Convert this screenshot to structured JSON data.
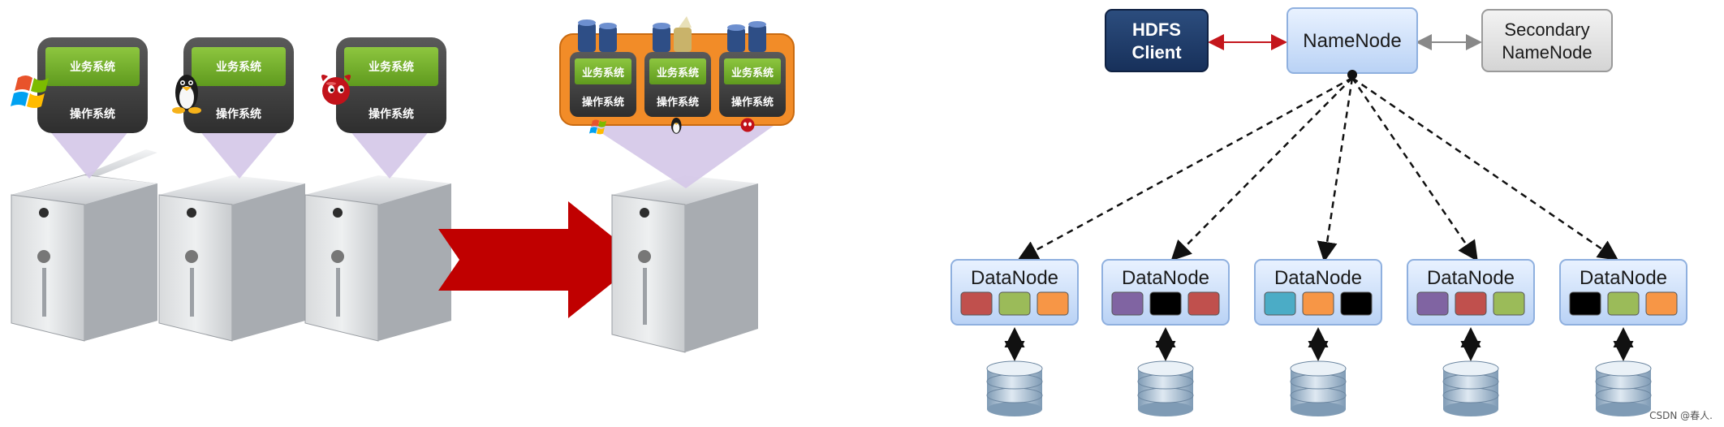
{
  "virtualization": {
    "app_label": "业务系统",
    "os_label": "操作系统",
    "vm_app_label": "业务系统",
    "vm_os_label": "操作系统",
    "guest_os_icons": [
      "windows-logo-icon",
      "linux-tux-icon",
      "freebsd-daemon-icon"
    ],
    "arrow_color": "#c00000"
  },
  "hdfs": {
    "client_line1": "HDFS",
    "client_line2": "Client",
    "namenode": "NameNode",
    "secondary_line1": "Secondary",
    "secondary_line2": "NameNode",
    "datanode_label": "DataNode",
    "datanodes": [
      {
        "blocks": [
          "#c0504d",
          "#9bbb59",
          "#f79646"
        ]
      },
      {
        "blocks": [
          "#8064a2",
          "#000000",
          "#c0504d"
        ]
      },
      {
        "blocks": [
          "#4bacc6",
          "#f79646",
          "#000000"
        ]
      },
      {
        "blocks": [
          "#8064a2",
          "#c0504d",
          "#9bbb59"
        ]
      },
      {
        "blocks": [
          "#000000",
          "#9bbb59",
          "#f79646"
        ]
      }
    ]
  },
  "watermark": "CSDN @春人."
}
